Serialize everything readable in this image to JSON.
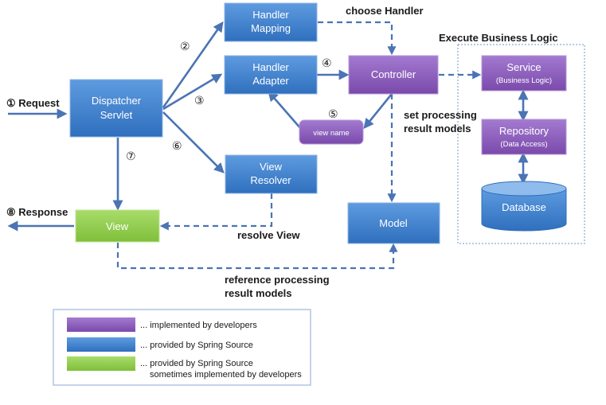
{
  "colors": {
    "developer": "#8a5cb8",
    "spring": "#3f7dc8",
    "mixed": "#8fce4a",
    "arrow": "#4a74b4"
  },
  "nodes": {
    "handler_mapping": [
      "Handler",
      "Mapping"
    ],
    "handler_adapter": [
      "Handler",
      "Adapter"
    ],
    "controller": "Controller",
    "dispatcher": [
      "Dispatcher",
      "Servlet"
    ],
    "view_name": "view name",
    "view_resolver": [
      "View",
      "Resolver"
    ],
    "view": "View",
    "model": "Model",
    "service": "Service",
    "service_sub": "(Business Logic)",
    "repository": "Repository",
    "repository_sub": "(Data Access)",
    "database": "Database"
  },
  "annotations": {
    "choose_handler": "choose Handler",
    "execute_business": "Execute Business Logic",
    "request": "① Request",
    "response": "⑧ Response",
    "set_processing": [
      "set processing",
      "result models"
    ],
    "resolve_view": "resolve View",
    "reference_processing": [
      "reference processing",
      "result models"
    ]
  },
  "steps": {
    "s2": "②",
    "s3": "③",
    "s4": "④",
    "s5": "⑤",
    "s6": "⑥",
    "s7": "⑦"
  },
  "legend": {
    "developer": "... implemented by developers",
    "spring": "... provided by Spring Source",
    "mixed_1": "... provided by Spring Source",
    "mixed_2": "sometimes implemented by developers"
  }
}
